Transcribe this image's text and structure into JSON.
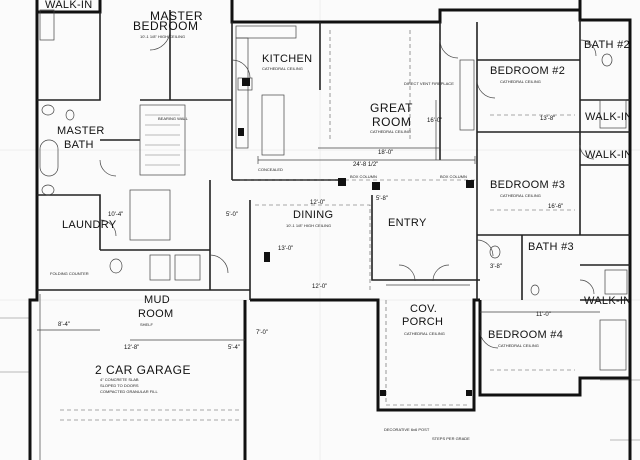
{
  "rooms": {
    "walk_in_top": "WALK-IN",
    "master_bedroom_1": "MASTER",
    "master_bedroom_2": "BEDROOM",
    "kitchen": "KITCHEN",
    "bath2": "BATH #2",
    "bedroom2": "BEDROOM #2",
    "great_room_1": "GREAT",
    "great_room_2": "ROOM",
    "master_bath_1": "MASTER",
    "master_bath_2": "BATH",
    "walk_in_right1": "WALK-IN",
    "walk_in_right2": "WALK-IN",
    "bedroom3": "BEDROOM #3",
    "laundry": "LAUNDRY",
    "dining": "DINING",
    "entry": "ENTRY",
    "bath3": "BATH #3",
    "mud_room_1": "MUD",
    "mud_room_2": "ROOM",
    "cov_porch_1": "COV.",
    "cov_porch_2": "PORCH",
    "walk_in_right3": "WALK-IN",
    "bedroom4": "BEDROOM #4",
    "garage": "2 CAR GARAGE"
  },
  "notes": {
    "master_ceiling": "10'-1 1/8\" HIGH CEILING",
    "kitchen_ceiling": "CATHEDRAL CEILING",
    "bedroom2_ceiling": "CATHEDRAL CEILING",
    "great_room_ceiling": "CATHEDRAL CEILING",
    "bedroom3_ceiling": "CATHEDRAL CEILING",
    "dining_ceiling": "10'-1 1/8\" HIGH CEILING",
    "porch_ceiling": "CATHEDRAL CEILING",
    "bedroom4_ceiling": "CATHEDRAL CEILING",
    "garage_1": "4\" CONCRETE SLAB",
    "garage_2": "SLOPED TO DOORS",
    "garage_3": "COMPACTED GRANULAR FILL",
    "concealed_beam": "CONCEALED",
    "box_column_1": "BOX COLUMN",
    "box_column_2": "BOX COLUMN",
    "direct_vent": "DIRECT VENT FIREPLACE",
    "decorative_post": "DECORATIVE 6x6 POST",
    "steps": "STEPS PER GRADE",
    "mud_room_ceiling": "SHELF",
    "folding_counter": "FOLDING COUNTER",
    "bearing_wall": "BEARING WALL"
  },
  "dims": {
    "great_w": "18'-0\"",
    "great_h": "16'-0\"",
    "span_24": "24'-8 1/2\"",
    "d5_8": "5'-8\"",
    "d12_0": "12'-0\"",
    "d16_6": "16'-6\"",
    "d13_8": "13'-8\"",
    "d13_0": "13'-0\"",
    "d12_0b": "12'-0\"",
    "d8_4": "8'-4\"",
    "d12_8": "12'-8\"",
    "d5_4": "5'-4\"",
    "d11_0": "11'-0\"",
    "d3_8": "3'-8\"",
    "d7_0": "7'-0\"",
    "d10_4": "10'-4\"",
    "d5_0": "5'-0\""
  }
}
